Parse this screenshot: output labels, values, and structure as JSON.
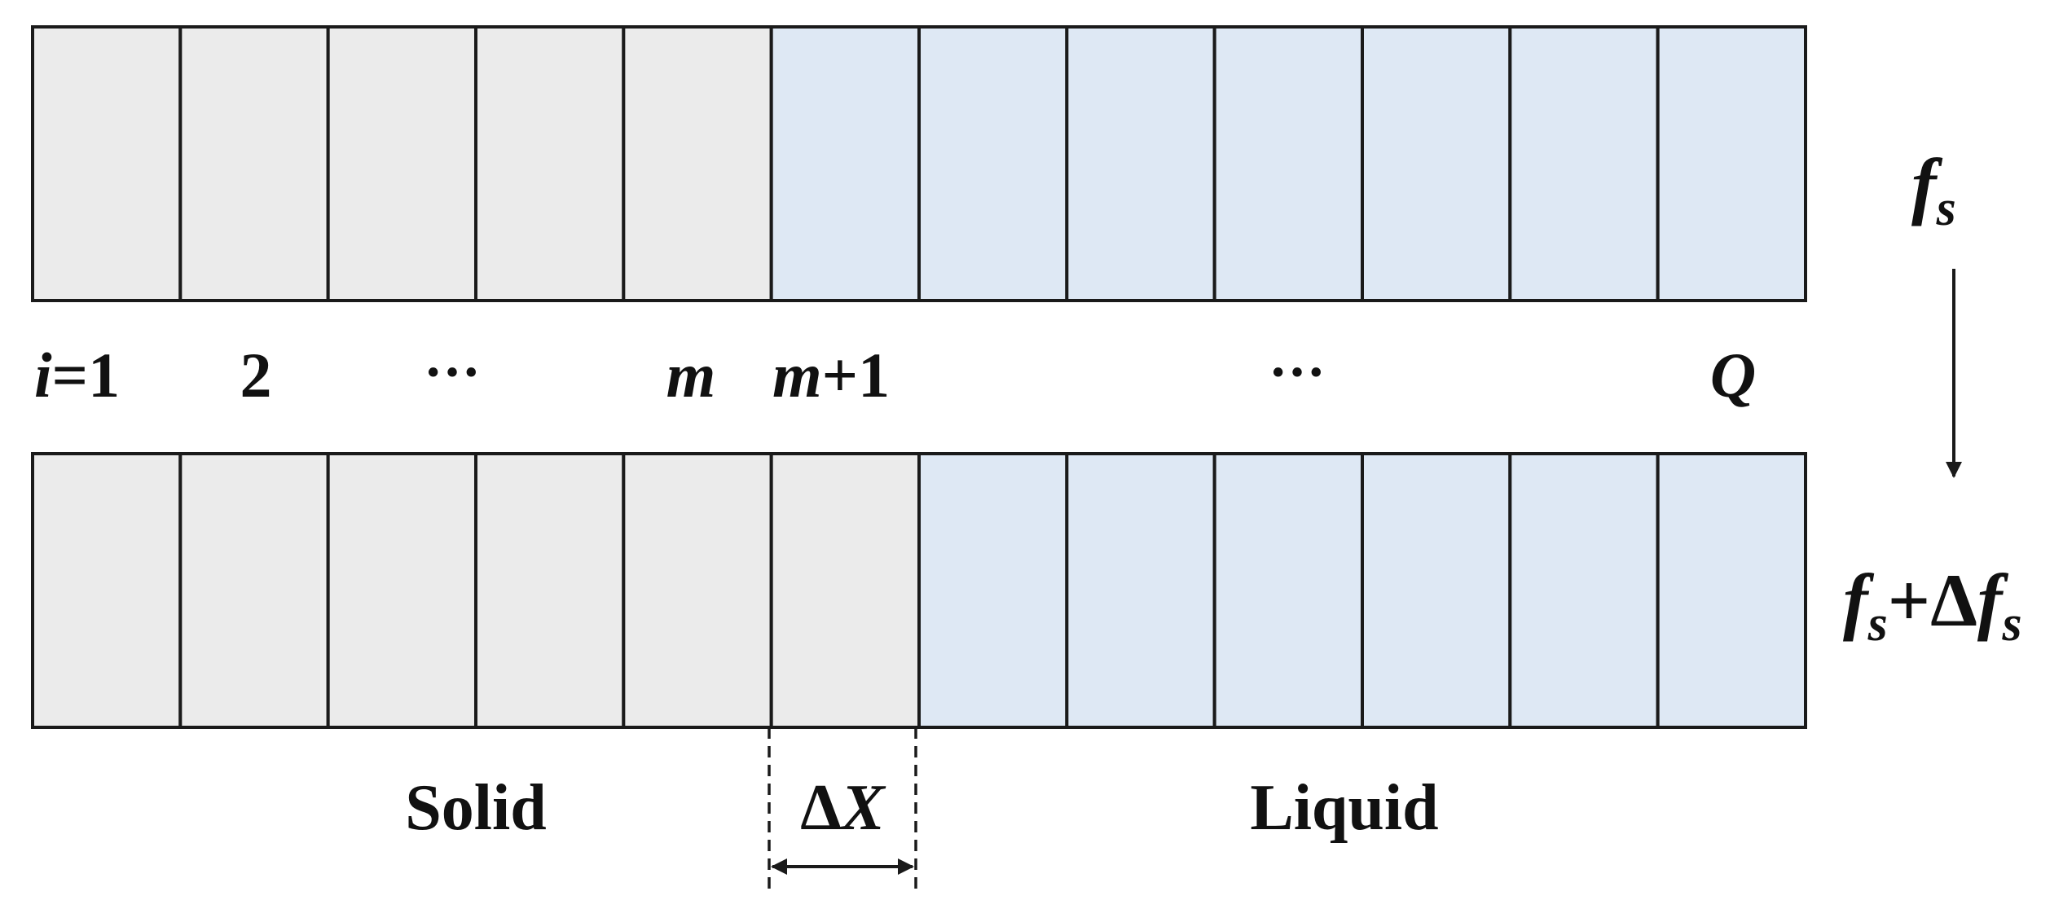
{
  "diagram": {
    "colors": {
      "solid": "#ebebeb",
      "liquid": "#dee8f4",
      "stroke": "#1a1a1a"
    },
    "top_row": {
      "total_cells": 12,
      "solid_cells": 5
    },
    "bottom_row": {
      "total_cells": 12,
      "solid_cells": 6
    },
    "index_labels": {
      "first_i": "i",
      "first_eq": "=1",
      "second": "2",
      "dots_left": "···",
      "m": "m",
      "m_plus_m": "m",
      "m_plus_rest": "+1",
      "dots_right": "···",
      "q": "Q"
    },
    "state_top": {
      "f": "f",
      "sub": "s"
    },
    "state_bottom": {
      "f1": "f",
      "sub1": "s",
      "plus": "+Δ",
      "f2": "f",
      "sub2": "s"
    },
    "region_labels": {
      "solid": "Solid",
      "liquid": "Liquid",
      "delta_x": "Δ",
      "delta_x_var": "X"
    }
  }
}
